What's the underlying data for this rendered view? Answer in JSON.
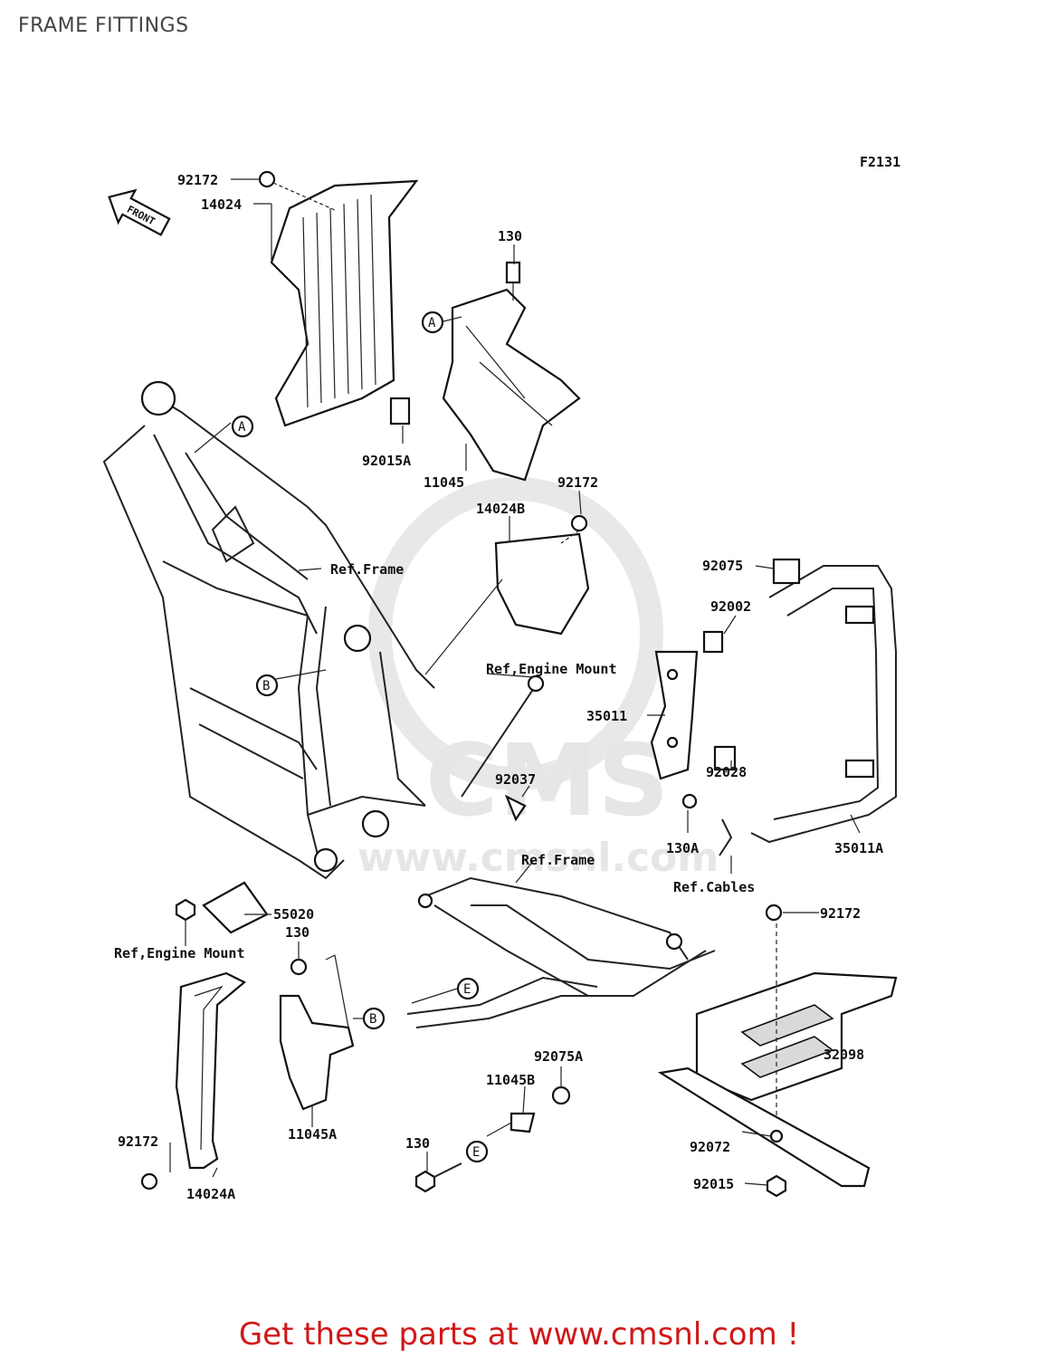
{
  "page": {
    "title": "FRAME FITTINGS",
    "footer": "Get these parts at www.cmsnl.com !",
    "figure_code": "F2131",
    "direction_badge": "FRONT",
    "watermark_text": "www.cmsnl.com",
    "watermark_logo": "CMS"
  },
  "parts": [
    {
      "id": "p1",
      "number": "92172"
    },
    {
      "id": "p2",
      "number": "14024"
    },
    {
      "id": "p3",
      "number": "130"
    },
    {
      "id": "p4",
      "number": "92015A"
    },
    {
      "id": "p5",
      "number": "11045"
    },
    {
      "id": "p6",
      "number": "92172"
    },
    {
      "id": "p7",
      "number": "14024B"
    },
    {
      "id": "p8",
      "number": "92075"
    },
    {
      "id": "p9",
      "number": "92002"
    },
    {
      "id": "p10",
      "number": "35011"
    },
    {
      "id": "p11",
      "number": "92028"
    },
    {
      "id": "p12",
      "number": "92037"
    },
    {
      "id": "p13",
      "number": "130A"
    },
    {
      "id": "p14",
      "number": "35011A"
    },
    {
      "id": "p15",
      "number": "55020"
    },
    {
      "id": "p16",
      "number": "130"
    },
    {
      "id": "p17",
      "number": "92172"
    },
    {
      "id": "p18",
      "number": "32098"
    },
    {
      "id": "p19",
      "number": "92075A"
    },
    {
      "id": "p20",
      "number": "11045B"
    },
    {
      "id": "p21",
      "number": "11045A"
    },
    {
      "id": "p22",
      "number": "92172"
    },
    {
      "id": "p23",
      "number": "14024A"
    },
    {
      "id": "p24",
      "number": "130"
    },
    {
      "id": "p25",
      "number": "92072"
    },
    {
      "id": "p26",
      "number": "92015"
    }
  ],
  "references": [
    {
      "id": "r1",
      "text": "Ref.Frame"
    },
    {
      "id": "r2",
      "text": "Ref,Engine Mount"
    },
    {
      "id": "r3",
      "text": "Ref.Frame"
    },
    {
      "id": "r4",
      "text": "Ref.Cables"
    },
    {
      "id": "r5",
      "text": "Ref,Engine Mount"
    }
  ],
  "callouts": [
    {
      "id": "c1",
      "letter": "A"
    },
    {
      "id": "c2",
      "letter": "A"
    },
    {
      "id": "c3",
      "letter": "B"
    },
    {
      "id": "c4",
      "letter": "B"
    },
    {
      "id": "c5",
      "letter": "E"
    },
    {
      "id": "c6",
      "letter": "E"
    }
  ]
}
